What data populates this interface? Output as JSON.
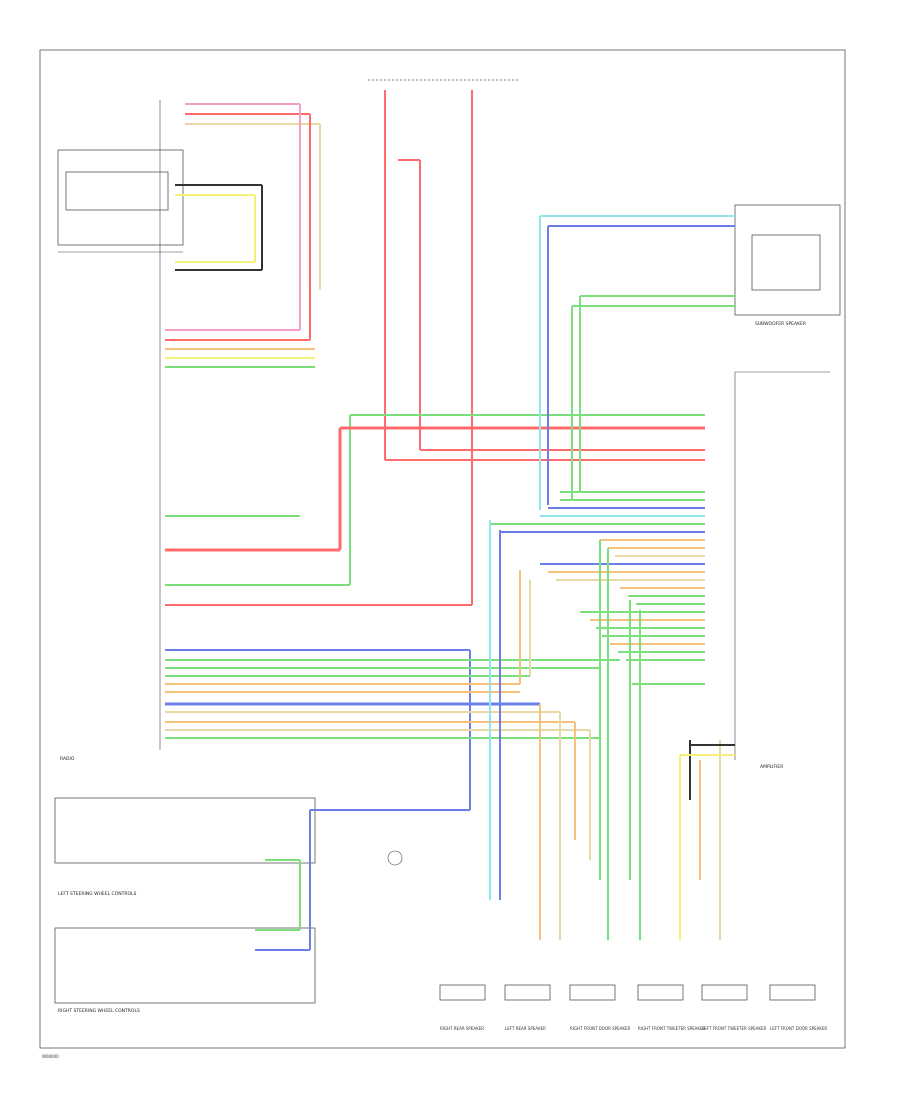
{
  "diagram": {
    "footer_code": "W00000",
    "left_module_label": "RADIO",
    "right_module_label": "AMPLIFIER",
    "speaker_labels": [
      "RIGHT REAR SPEAKER",
      "LEFT REAR SPEAKER",
      "RIGHT FRONT DOOR SPEAKER",
      "RIGHT FRONT TWEETER SPEAKER",
      "LEFT FRONT TWEETER SPEAKER",
      "LEFT FRONT DOOR SPEAKER"
    ],
    "steering_left_label": "LEFT STEERING WHEEL CONTROLS",
    "steering_right_label": "RIGHT STEERING WHEEL CONTROLS",
    "subwoofer_label": "SUBWOOFER SPEAKER"
  },
  "colors": {
    "red": "#ff6b6b",
    "pink": "#f49fc8",
    "yellow": "#f5f07a",
    "green": "#7be07b",
    "blue": "#6a7fe8",
    "orange": "#f4c27a",
    "tan": "#e9d7a5",
    "cyan": "#8ee6f0",
    "black": "#333333"
  }
}
